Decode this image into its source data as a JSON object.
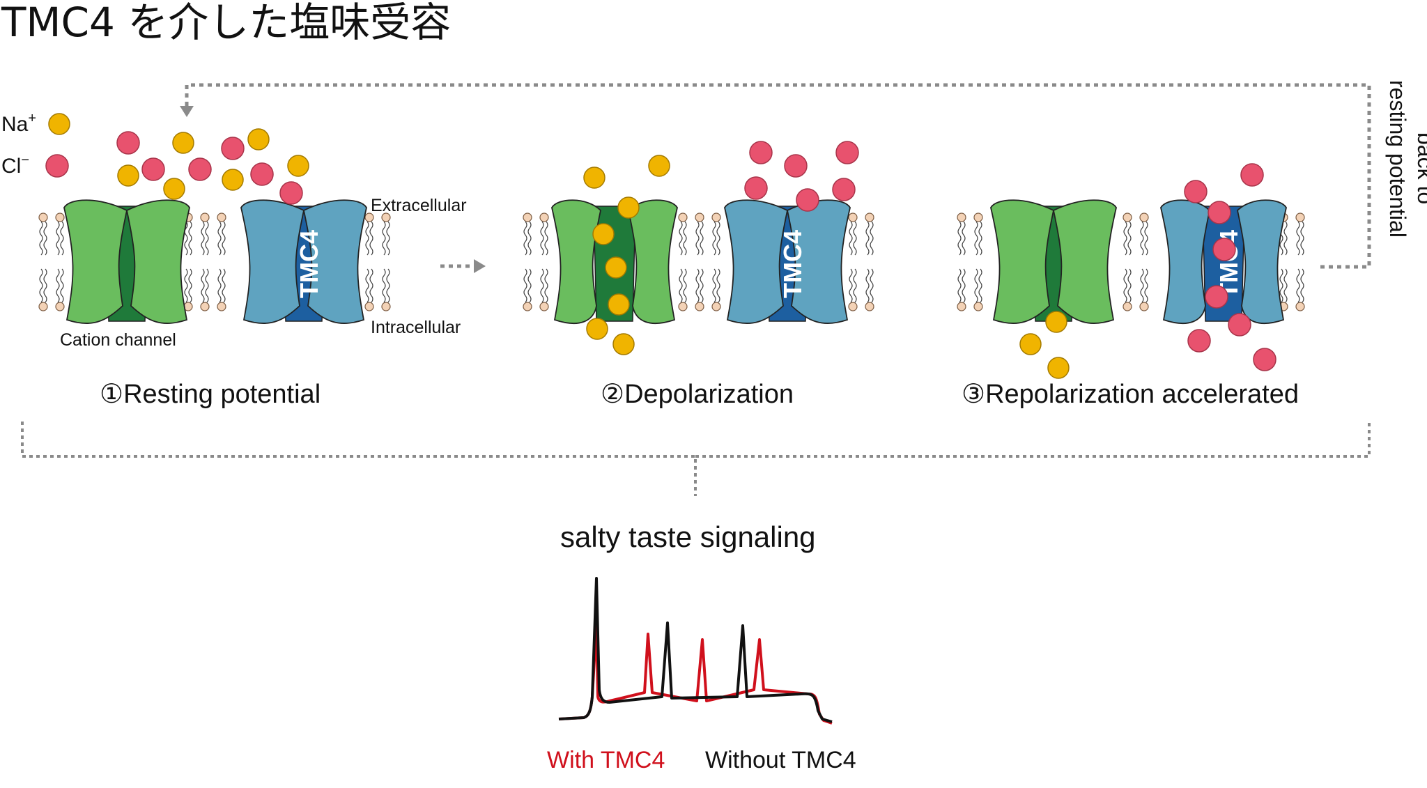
{
  "title": "TMC4 を介した塩味受容",
  "ions": {
    "na_label": "Na",
    "na_sup": "+",
    "cl_label": "Cl",
    "cl_sup": "−",
    "na_color": "#f0b400",
    "cl_color": "#e8526e"
  },
  "labels": {
    "extracellular": "Extracellular",
    "intracellular": "Intracellular",
    "cation_channel": "Cation channel",
    "tmc4": "TMC4",
    "back_line1": "back to",
    "back_line2": "resting potential"
  },
  "steps": [
    "①Resting potential",
    "②Depolarization",
    "③Repolarization accelerated"
  ],
  "signaling": "salty taste signaling",
  "legend": {
    "with": "With TMC4",
    "without": "Without TMC4",
    "with_color": "#d0101c",
    "without_color": "#111111"
  },
  "colors": {
    "cation_channel": "#6abd5e",
    "cation_pore": "#1f7a3a",
    "tmc4": "#5fa3c0",
    "tmc4_pore": "#1d5fa0",
    "lipid_head": "#f3d2b6"
  }
}
